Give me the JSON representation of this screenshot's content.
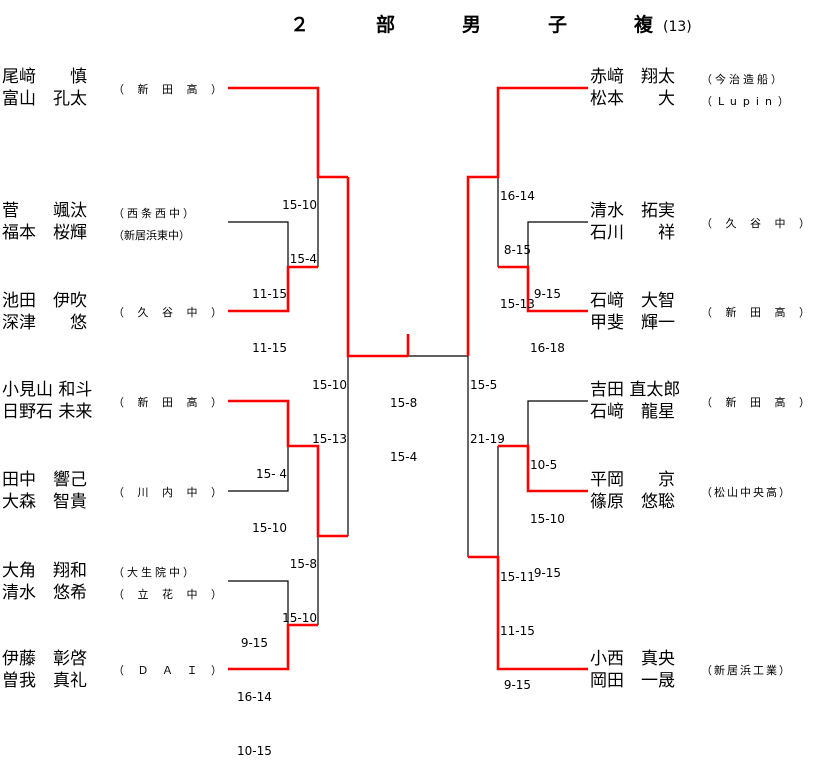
{
  "title": "２　部　男　子　複",
  "title_sub": "(13)",
  "colors": {
    "winner_line": "#ff0000",
    "line": "#000000"
  },
  "left_entries": [
    {
      "players": [
        "尾﨑　　慎",
        "富山　孔太"
      ],
      "affiliation": "（ 新 田 高 ）"
    },
    {
      "players": [
        "菅　　颯汰",
        "福本　桜輝"
      ],
      "affiliation": "（西条西中）",
      "affiliation2": "（新居浜東中）"
    },
    {
      "players": [
        "池田　伊吹",
        "深津　　悠"
      ],
      "affiliation": "（ 久 谷 中 ）"
    },
    {
      "players": [
        "小見山 和斗",
        "日野石 未来"
      ],
      "affiliation": "（ 新 田 高 ）"
    },
    {
      "players": [
        "田中　響己",
        "大森　智貴"
      ],
      "affiliation": "（ 川 内 中 ）"
    },
    {
      "players": [
        "大角　翔和",
        "清水　悠希"
      ],
      "affiliation": "（大生院中）",
      "affiliation2": "（ 立 花 中 ）"
    },
    {
      "players": [
        "伊藤　彰啓",
        "曽我　真礼"
      ],
      "affiliation": "（ Ｄ Ａ Ｉ ）"
    }
  ],
  "right_entries": [
    {
      "players": [
        "赤﨑　翔太",
        "松本　　大"
      ],
      "affiliation": "（今治造船）",
      "affiliation2": "（Lupin）"
    },
    {
      "players": [
        "清水　拓実",
        "石川　　祥"
      ],
      "affiliation": "（ 久 谷 中 ）"
    },
    {
      "players": [
        "石﨑　大智",
        "甲斐　輝一"
      ],
      "affiliation": "（ 新 田 高 ）"
    },
    {
      "players": [
        "吉田 直太郎",
        "石﨑　龍星"
      ],
      "affiliation": "（ 新 田 高 ）"
    },
    {
      "players": [
        "平岡　　京",
        "篠原　悠聡"
      ],
      "affiliation": "（松山中央高）"
    },
    {
      "players": [
        "小西　真央",
        "岡田　一晟"
      ],
      "affiliation": "（新居浜工業）"
    }
  ],
  "scores": {
    "left_r1_a": [
      "15-10",
      "15-4"
    ],
    "left_r1_b": [
      "11-15",
      "11-15"
    ],
    "left_r2_top": [
      "15-10",
      "15-13"
    ],
    "left_r1_c": [
      "15- 4",
      "15-10"
    ],
    "left_r1_d": [
      "15-8",
      "15-10"
    ],
    "left_r1_e": [
      "9-15",
      "16-14",
      "10-15"
    ],
    "final": [
      "15-8",
      "15-4"
    ],
    "right_sf": [
      "15-5",
      "21-19"
    ],
    "right_r1_a": [
      "16-14",
      " 8-15",
      "15-13"
    ],
    "right_r1_b": [
      " 9-15",
      "16-18"
    ],
    "right_r1_c": [
      "10-5",
      "15-10",
      " 9-15"
    ],
    "right_r1_d": [
      "15-11",
      "11-15",
      " 9-15"
    ]
  }
}
